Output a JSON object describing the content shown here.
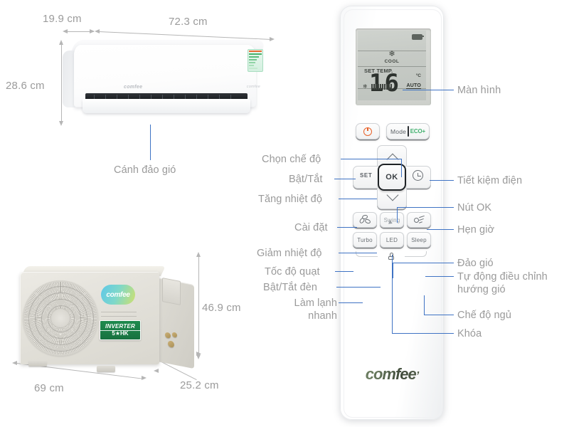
{
  "product": {
    "brand": "comfee",
    "indoor_unit": {
      "logo": "comfee",
      "sub_logo": "comfee",
      "energy_label": "energy-rating-sticker"
    },
    "outdoor_unit": {
      "logo": "comfee",
      "badge_top": "INVERTER",
      "badge_bottom": "5★HK"
    },
    "dimensions": {
      "indoor_depth": "19.9 cm",
      "indoor_width": "72.3 cm",
      "indoor_height": "28.6 cm",
      "outdoor_width": "69 cm",
      "outdoor_depth": "25.2 cm",
      "outdoor_height": "46.9 cm"
    }
  },
  "indoor_callouts": [
    {
      "label": "Cánh đảo gió"
    }
  ],
  "remote": {
    "brand": "comfee",
    "display": {
      "mode_icon": "snowflake-icon",
      "mode_label": "COOL",
      "set_temp_label": "SET TEMP.",
      "temperature": "16",
      "unit": "°C",
      "fan_icon": "fan-icon",
      "fan_speed_label": "AUTO",
      "fan_bars": 10,
      "battery_icon": "battery-icon"
    },
    "buttons": {
      "power": {
        "label": "",
        "icon": "power-icon"
      },
      "mode": {
        "label": "Mode"
      },
      "eco": {
        "label": "ECO+"
      },
      "up": {
        "label": "",
        "icon": "chevron-up-icon"
      },
      "down": {
        "label": "",
        "icon": "chevron-down-icon"
      },
      "set": {
        "label": "SET"
      },
      "ok": {
        "label": "OK"
      },
      "timer": {
        "label": "",
        "icon": "clock-icon"
      },
      "fan": {
        "label": "",
        "icon": "fan-icon"
      },
      "swing": {
        "label": "Swing",
        "icon": "swing-arrow-icon"
      },
      "auto_direction": {
        "label": "",
        "icon": "auto-airflow-icon"
      },
      "turbo": {
        "label": "Turbo"
      },
      "led": {
        "label": "LED"
      },
      "sleep": {
        "label": "Sleep"
      },
      "lock": {
        "label": "",
        "icon": "lock-icon"
      }
    }
  },
  "callouts_left": [
    {
      "label": "Chọn chế độ"
    },
    {
      "label": "Bật/Tắt"
    },
    {
      "label": "Tăng nhiệt độ"
    },
    {
      "label": "Cài đặt"
    },
    {
      "label": "Giảm nhiệt độ"
    },
    {
      "label": "Tốc độ quạt"
    },
    {
      "label": "Bật/Tắt đèn"
    },
    {
      "label": "Làm lạnh\nnhanh"
    }
  ],
  "callouts_right": [
    {
      "label": "Màn hình"
    },
    {
      "label": "Tiết kiệm điện"
    },
    {
      "label": "Nút OK"
    },
    {
      "label": "Hẹn giờ"
    },
    {
      "label": "Đảo gió"
    },
    {
      "label": "Tự động điều chỉnh\nhướng gió"
    },
    {
      "label": "Chế độ ngủ"
    },
    {
      "label": "Khóa"
    }
  ],
  "colors": {
    "leader_line": "#3f73c4",
    "text": "#9a9a9a",
    "dimension_text": "#9b9b9b",
    "power_accent": "#e8622a",
    "eco_accent": "#41b06e",
    "inverter_badge": "#1b7f48"
  }
}
